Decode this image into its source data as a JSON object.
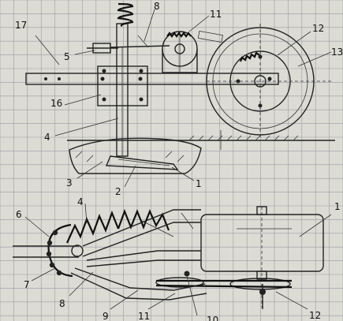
{
  "figure": {
    "labels": {
      "top": [
        "17",
        "5",
        "16",
        "4",
        "3",
        "2",
        "1",
        "8",
        "11",
        "12",
        "13"
      ],
      "bottom": [
        "6",
        "4",
        "7",
        "8",
        "9",
        "11",
        "10",
        "12",
        "1"
      ]
    }
  },
  "colors": {
    "paper": "#dcdcd4",
    "grid": "#9a9aa6",
    "ink": "#1a1a1a",
    "soil": "#cfc6b2"
  }
}
